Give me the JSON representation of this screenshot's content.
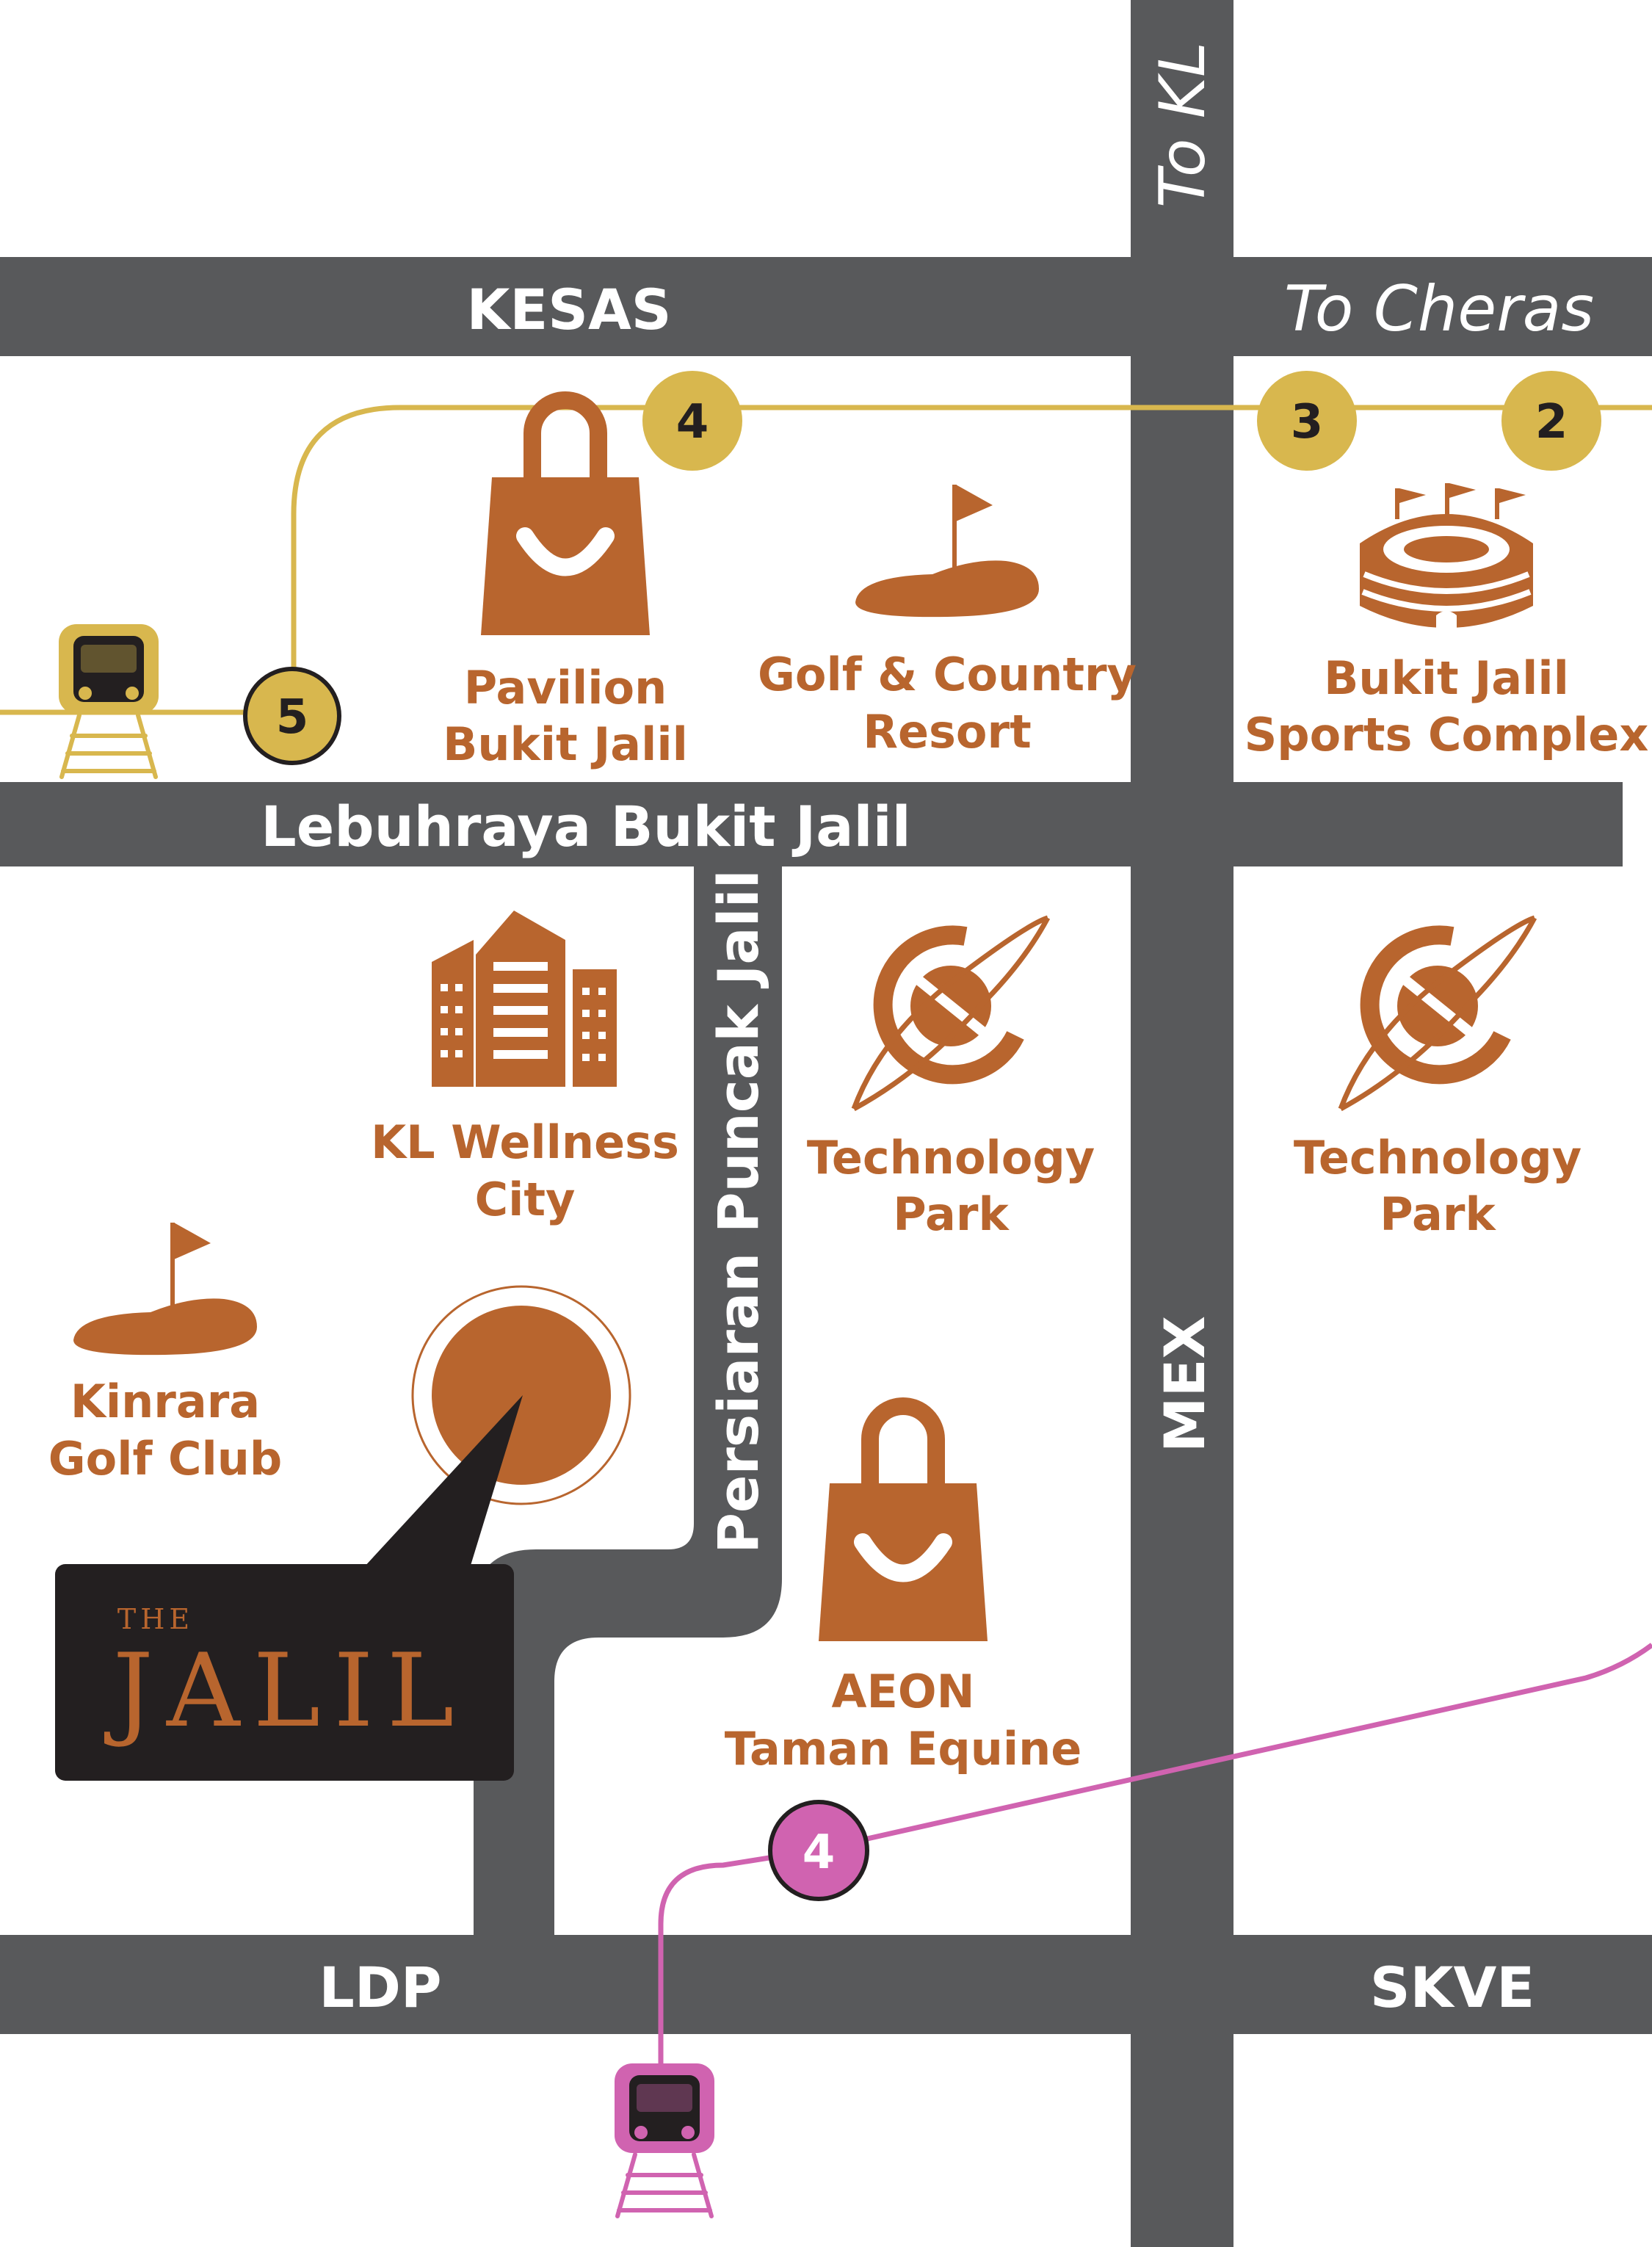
{
  "map": {
    "roads": {
      "kesas": "KESAS",
      "to_cheras": "To Cheras",
      "to_kl": "To KL",
      "lebuhraya": "Lebuhraya Bukit Jalil",
      "persiaran": "Persiaran Puncak Jalil",
      "mex": "MEX",
      "ldp": "LDP",
      "skve": "SKVE"
    },
    "lines": {
      "gold": {
        "color": "#d8b74e",
        "stations": [
          "5",
          "4",
          "3",
          "2"
        ]
      },
      "pink": {
        "color": "#d063b0",
        "stations": [
          "4"
        ]
      }
    },
    "pois": {
      "pavilion": {
        "line1": "Pavilion",
        "line2": "Bukit Jalil",
        "icon": "shopping-bag-icon"
      },
      "golf_country": {
        "line1": "Golf & Country",
        "line2": "Resort",
        "icon": "golf-flag-icon"
      },
      "sports": {
        "line1": "Bukit Jalil",
        "line2": "Sports Complex",
        "icon": "stadium-icon"
      },
      "wellness": {
        "line1": "KL Wellness",
        "line2": "City",
        "icon": "city-buildings-icon"
      },
      "tech1": {
        "line1": "Technology",
        "line2": "Park",
        "icon": "planet-orbit-icon"
      },
      "tech2": {
        "line1": "Technology",
        "line2": "Park",
        "icon": "planet-orbit-icon"
      },
      "kinrara": {
        "line1": "Kinrara",
        "line2": "Golf Club",
        "icon": "golf-flag-icon"
      },
      "aeon": {
        "line1": "AEON",
        "line2": "Taman Equine",
        "icon": "shopping-bag-icon"
      }
    },
    "project": {
      "small": "THE",
      "name": "JALIL"
    },
    "colors": {
      "road": "#58595b",
      "accent": "#b8652e",
      "gold_line": "#d8b74e",
      "pink_line": "#d063b0",
      "panel": "#231f20"
    }
  }
}
